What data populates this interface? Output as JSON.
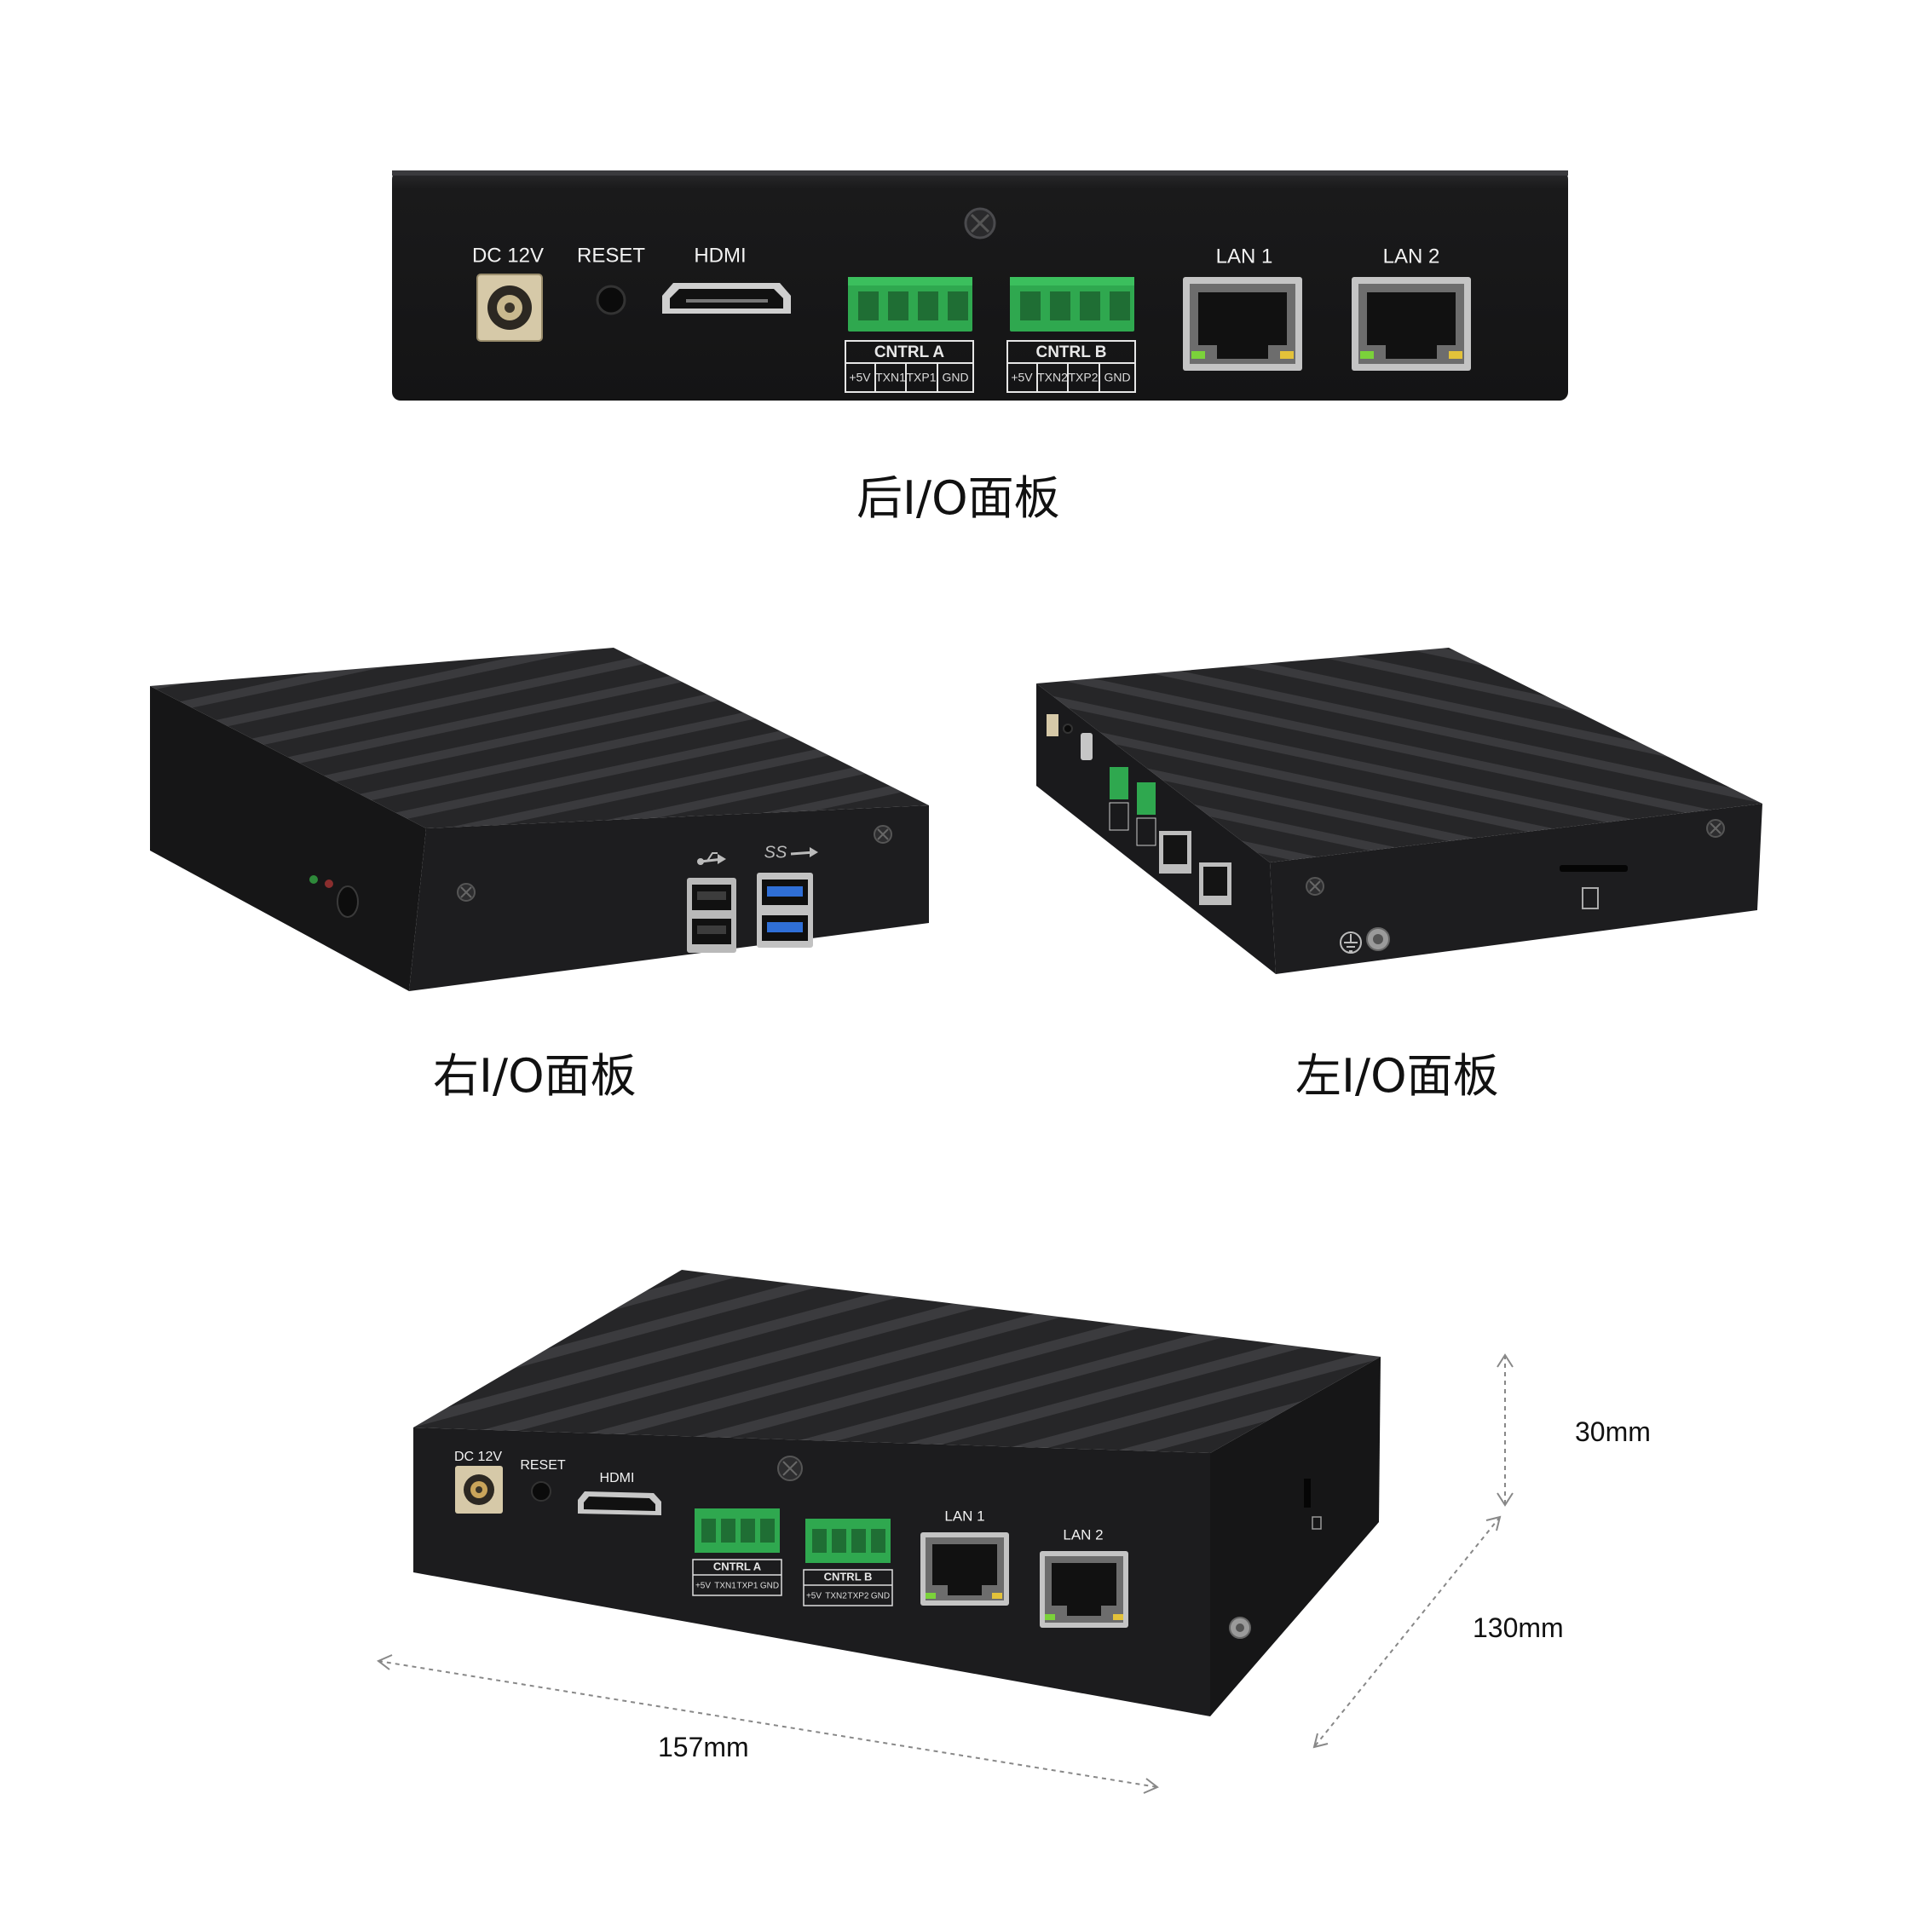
{
  "captions": {
    "rear": "后I/O面板",
    "right": "右I/O面板",
    "left": "左I/O面板"
  },
  "rear_panel": {
    "dc": "DC 12V",
    "reset": "RESET",
    "hdmi": "HDMI",
    "lan1": "LAN 1",
    "lan2": "LAN 2",
    "cntrl_a": {
      "title": "CNTRL  A",
      "pins": [
        "+5V",
        "TXN1",
        "TXP1",
        "GND"
      ]
    },
    "cntrl_b": {
      "title": "CNTRL  B",
      "pins": [
        "+5V",
        "TXN2",
        "TXP2",
        "GND"
      ]
    }
  },
  "iso_view": {
    "dc": "DC 12V",
    "reset": "RESET",
    "hdmi": "HDMI",
    "lan1": "LAN 1",
    "lan2": "LAN 2",
    "cntrl_a": {
      "title": "CNTRL  A",
      "pins": [
        "+5V",
        "TXN1",
        "TXP1",
        "GND"
      ]
    },
    "cntrl_b": {
      "title": "CNTRL  B",
      "pins": [
        "+5V",
        "TXN2",
        "TXP2",
        "GND"
      ]
    }
  },
  "dimensions": {
    "height": "30mm",
    "depth": "130mm",
    "width": "157mm"
  },
  "colors": {
    "chassis": "#1c1c1e",
    "chassis_top": "#2a2a2c",
    "terminal_green": "#2fa84f",
    "usb3_blue": "#2f6fd6",
    "led_green": "#7bd23a",
    "led_yellow": "#e3c23a"
  }
}
